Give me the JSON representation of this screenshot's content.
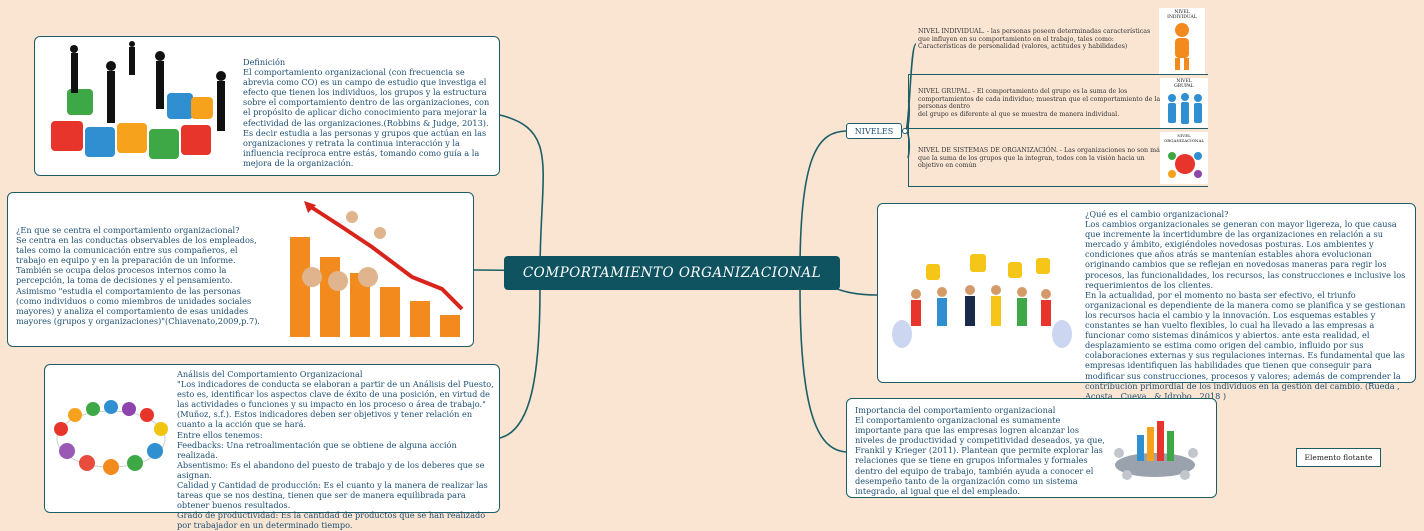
{
  "central": {
    "title": "COMPORTAMIENTO ORGANIZACIONAL"
  },
  "niveles": {
    "label": "NIVELES",
    "items": [
      {
        "text": "NIVEL INDIVIDUAL. - las personas poseen determinadas características que influyen en su comportamiento en el trabajo, tales como:\nCaracterísticas de personalidad (valores, actitudes y habilidades)",
        "image_caption": "NIVEL\nINDIVIDUAL"
      },
      {
        "text": "NIVEL GRUPAL. - El comportamiento del grupo es la suma de los comportamientos de cada individuo; muestran que el comportamiento de las personas dentro\n del grupo es diferente al que se muestra de manera individual.",
        "image_caption": "NIVEL\nGRUPAL"
      },
      {
        "text": "NIVEL DE SISTEMAS DE ORGANIZACIÓN. - Las organizaciones no son más que la suma de los grupos que la integran, todos con la visión hacia un objetivo en común",
        "image_caption": "NIVEL\nORGANIZACIONAL"
      }
    ]
  },
  "definicion": {
    "text": "Definición\nEl comportamiento organizacional (con frecuencia se abrevia como CO) es un campo de estudio que investiga el efecto que tienen los individuos, los grupos y la estructura sobre el comportamiento dentro de las organizaciones, con el propósito de aplicar dicho conocimiento para mejorar la efectividad de las organizaciones.(Robbins & Judge, 2013). Es decir estudia a las personas y grupos que actúan en las organizaciones y retrata la continua interacción y la influencia recíproca entre estás, tomando como guía a la mejora de la organización."
  },
  "centra": {
    "text": "¿En que se centra el comportamiento organizacional?\nSe centra en las conductas observables de los empleados, tales como la comunicación entre sus compañeros, el trabajo en equipo y en la preparación de un informe. También se ocupa delos procesos internos como la percepción, la toma de decisiones y el pensamiento. Asimismo \"estudia el comportamiento de las personas (como individuos o como miembros de unidades sociales mayores) y analiza el comportamiento de esas unidades mayores (grupos y organizaciones)\"(Chiavenato,2009,p.7)."
  },
  "analisis": {
    "text": "Análisis del Comportamiento Organizacional\n\"Los indicadores de conducta se elaboran a partir de un Análisis del Puesto, esto es, identificar los aspectos clave de éxito de una posición, en virtud de las actividades o funciones y su impacto en los proceso o área de trabajo.\" (Muñoz, s.f.). Estos indicadores deben ser objetivos y tener relación en cuanto  a la acción que se hará.\nEntre ellos tenemos:\nFeedbacks: Una retroalimentación que se obtiene de alguna acción realizada.\nAbsentismo: Es el abandono del puesto de trabajo y de los deberes que se asignan.\nCalidad y Cantidad de producción: Es el cuanto y la manera de realizar las tareas que se nos destina, tienen que ser de manera equilibrada para obtener buenos resultados.\nGrado de productividad: Es la cantidad de productos que se han realizado por trabajador en un determinado tiempo."
  },
  "cambio": {
    "text": "¿Qué es el cambio organizacional?\nLos cambios organizacionales se generan con mayor ligereza, lo que causa que incremente la incertidumbre de las organizaciones en relación a su mercado y ámbito, exigiéndoles novedosas posturas. Los ambientes y condiciones que años atrás se mantenían estables ahora evolucionan originando cambios que se reflejan en novedosas maneras para regir los procesos, las funcionalidades, los recursos, las construcciones e inclusive los requerimientos de los clientes.\nEn la actualidad, por el momento no basta ser efectivo, el triunfo organizacional es dependiente de la manera como se planifica y se gestionan los recursos hacia el cambio y la innovación. Los esquemas estables y constantes se han vuelto flexibles, lo cual ha llevado a las empresas a funcionar como sistemas dinámicos y abiertos. ante esta realidad, el desplazamiento se estima como origen del cambio, influido por sus colaboraciones externas y sus regulaciones internas. Es fundamental que las empresas identifiquen las habilidades que tienen que conseguir para modificar sus construcciones, procesos y valores; además de comprender la contribución primordial de los individuos en la gestión del cambio. (Rueda , Acosta , Cueva , & Idrobo , 2018 )"
  },
  "importancia": {
    "text": "Importancia del comportamiento organizacional\nEl comportamiento organizacional es sumamente importante para que las empresas logren alcanzar los niveles de productividad y competitividad deseados, ya que, Frankil y Krieger (2011).  Plantean que permite explorar las relaciones que se tiene en grupos informales y formales dentro del equipo de trabajo, también ayuda a conocer el desempeño tanto de la organización como un sistema integrado, al igual que el del empleado."
  },
  "flotante": {
    "label": "Elemento flotante"
  },
  "colors": {
    "branch": "#1d5e66",
    "central_bg": "#0f5361",
    "background": "#fae5d3",
    "text": "#1d4f73"
  }
}
